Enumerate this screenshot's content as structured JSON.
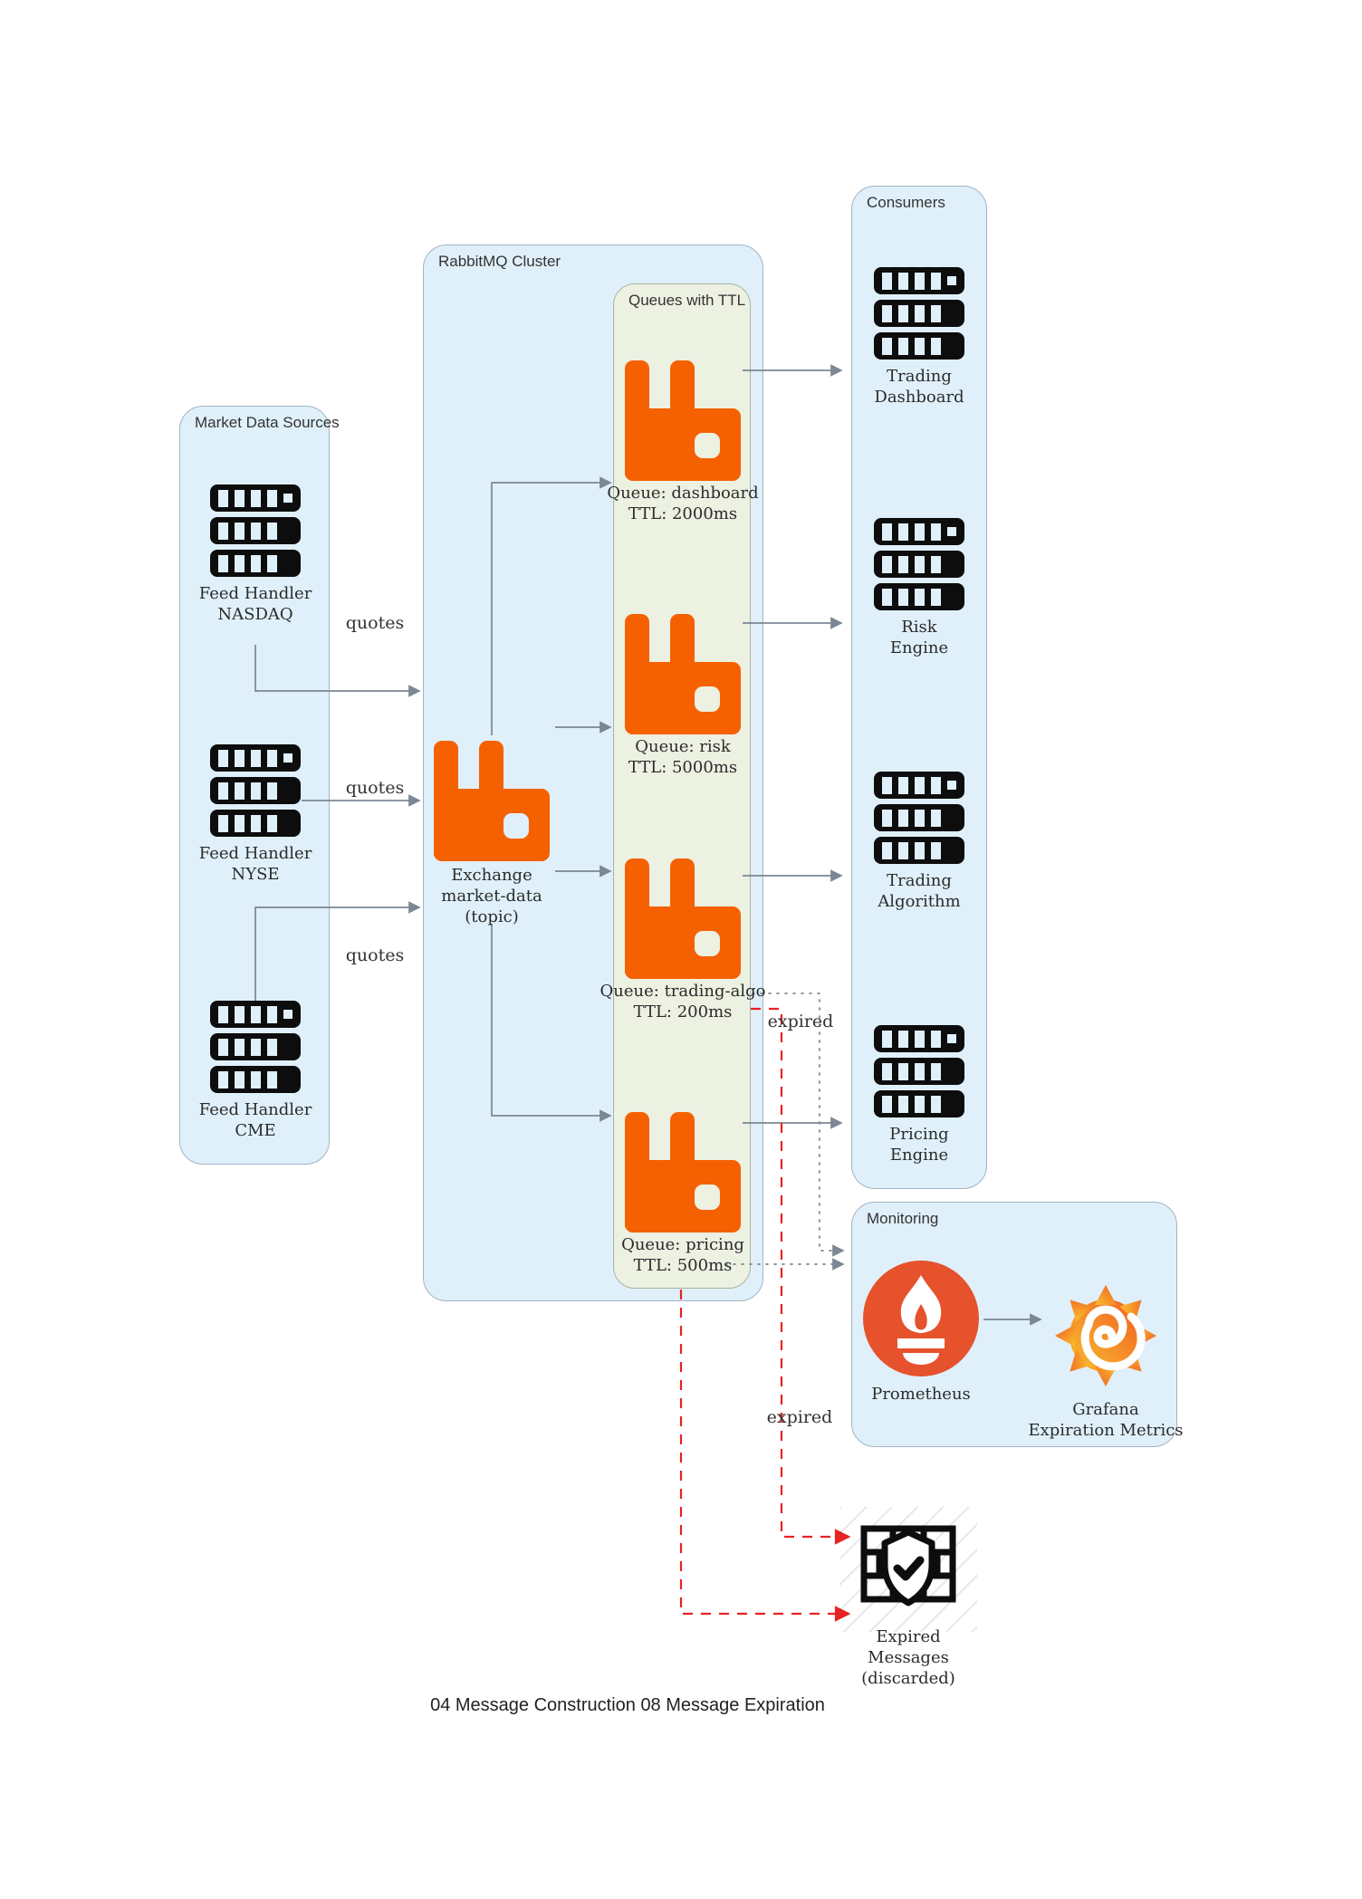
{
  "caption": "04 Message Construction 08 Message Expiration",
  "containers": {
    "market": {
      "title": "Market Data Sources"
    },
    "cluster": {
      "title": "RabbitMQ Cluster"
    },
    "queues": {
      "title": "Queues with TTL"
    },
    "consumers": {
      "title": "Consumers"
    },
    "monitoring": {
      "title": "Monitoring"
    }
  },
  "nodes": {
    "nasdaq": {
      "icon": "server-icon",
      "lines": [
        "Feed Handler",
        "NASDAQ"
      ]
    },
    "nyse": {
      "icon": "server-icon",
      "lines": [
        "Feed Handler",
        "NYSE"
      ]
    },
    "cme": {
      "icon": "server-icon",
      "lines": [
        "Feed Handler",
        "CME"
      ]
    },
    "exchange": {
      "icon": "rabbitmq-icon",
      "lines": [
        "Exchange",
        "market-data",
        "(topic)"
      ]
    },
    "queue_dashboard": {
      "icon": "rabbitmq-icon",
      "lines": [
        "Queue: dashboard",
        "TTL: 2000ms"
      ]
    },
    "queue_risk": {
      "icon": "rabbitmq-icon",
      "lines": [
        "Queue: risk",
        "TTL: 5000ms"
      ]
    },
    "queue_trading_algo": {
      "icon": "rabbitmq-icon",
      "lines": [
        "Queue: trading-algo",
        "TTL: 200ms"
      ]
    },
    "queue_pricing": {
      "icon": "rabbitmq-icon",
      "lines": [
        "Queue: pricing",
        "TTL: 500ms"
      ]
    },
    "trading_dashboard": {
      "icon": "server-icon",
      "lines": [
        "Trading",
        "Dashboard"
      ]
    },
    "risk_engine": {
      "icon": "server-icon",
      "lines": [
        "Risk",
        "Engine"
      ]
    },
    "trading_algorithm": {
      "icon": "server-icon",
      "lines": [
        "Trading",
        "Algorithm"
      ]
    },
    "pricing_engine": {
      "icon": "server-icon",
      "lines": [
        "Pricing",
        "Engine"
      ]
    },
    "prometheus": {
      "icon": "prometheus-icon",
      "lines": [
        "Prometheus"
      ]
    },
    "grafana": {
      "icon": "grafana-icon",
      "lines": [
        "Grafana",
        "Expiration Metrics"
      ]
    },
    "expired_messages": {
      "icon": "firewall-shield-icon",
      "lines": [
        "Expired",
        "Messages",
        "(discarded)"
      ]
    }
  },
  "edge_labels": {
    "quotes_nasdaq": "quotes",
    "quotes_nyse": "quotes",
    "quotes_cme": "quotes",
    "expired_trading_algo": "expired",
    "expired_pricing": "expired"
  },
  "colors": {
    "container_blue": "#dff0fa",
    "queues_green": "#ecf1e2",
    "rabbitmq_orange": "#f56100",
    "prometheus_red": "#e6522c",
    "grafana_gradient_start": "#fbc02d",
    "grafana_gradient_end": "#ef5b25",
    "edge_gray": "#7b8794",
    "expired_red": "#e82323",
    "icon_black": "#0d0d0d"
  }
}
